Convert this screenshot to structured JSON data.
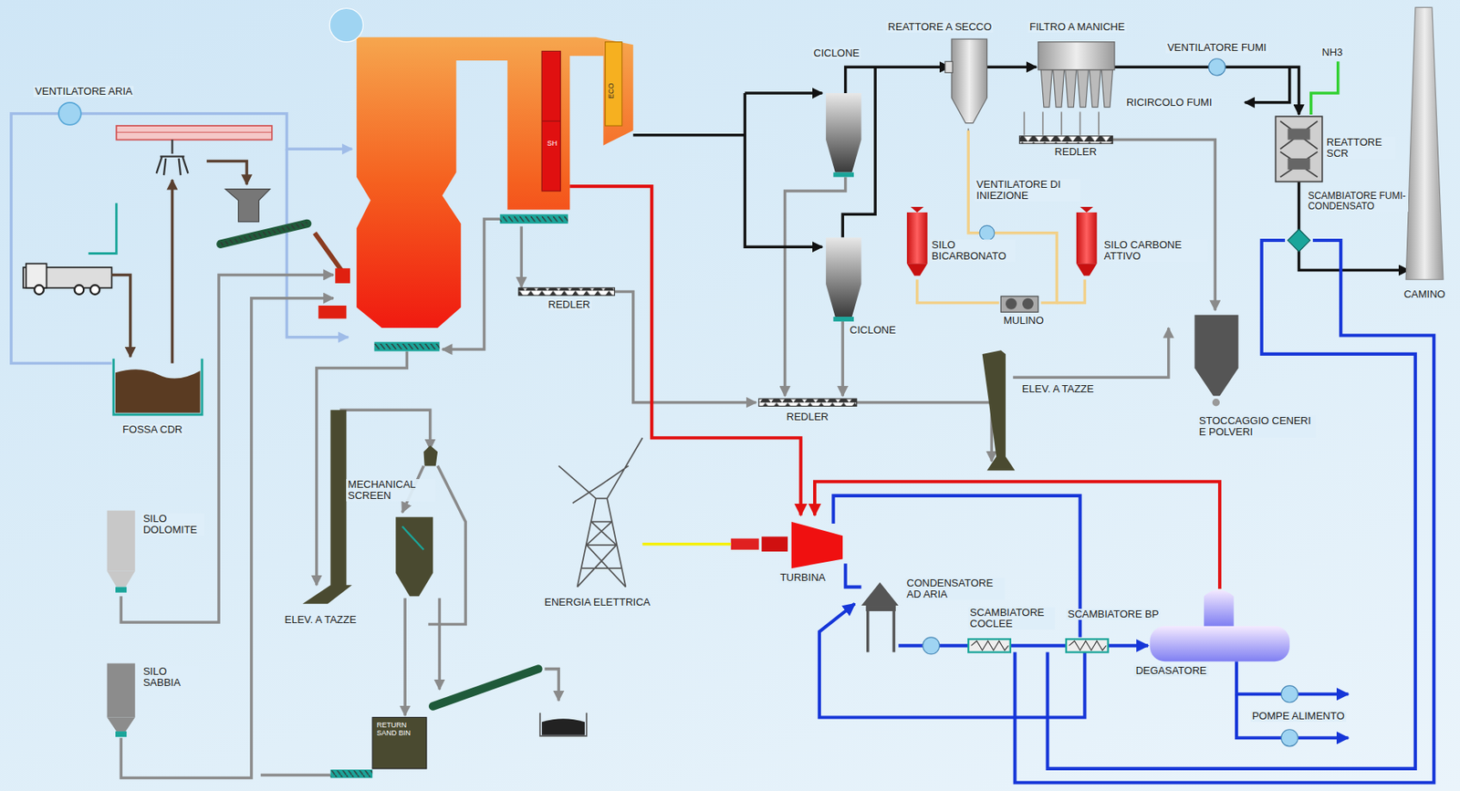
{
  "diagram": {
    "labels": [
      "VENTILATORE ARIA",
      "FOSSA CDR",
      "SILO DOLOMITE",
      "SILO SABBIA",
      "MECHANICAL SCREEN",
      "ELEV. A TAZZE",
      "RETURN SAND BIN",
      "REDLER",
      "SH",
      "ECO",
      "CICLONE",
      "CICLONE",
      "REDLER",
      "REATTORE A SECCO",
      "FILTRO A MANICHE",
      "VENTILATORE FUMI",
      "NH3",
      "RICIRCOLO FUMI",
      "REDLER",
      "VENTILATORE DI INIEZIONE",
      "SILO BICARBONATO",
      "SILO CARBONE ATTIVO",
      "MULINO",
      "ELEV. A TAZZE",
      "STOCCAGGIO CENERI E POLVERI",
      "REATTORE SCR",
      "SCAMBIATORE FUMI-CONDENSATO",
      "CAMINO",
      "ENERGIA ELETTRICA",
      "TURBINA",
      "CONDENSATORE AD ARIA",
      "SCAMBIATORE COCLEE",
      "SCAMBIATORE BP",
      "DEGASATORE",
      "POMPE ALIMENTO"
    ]
  }
}
